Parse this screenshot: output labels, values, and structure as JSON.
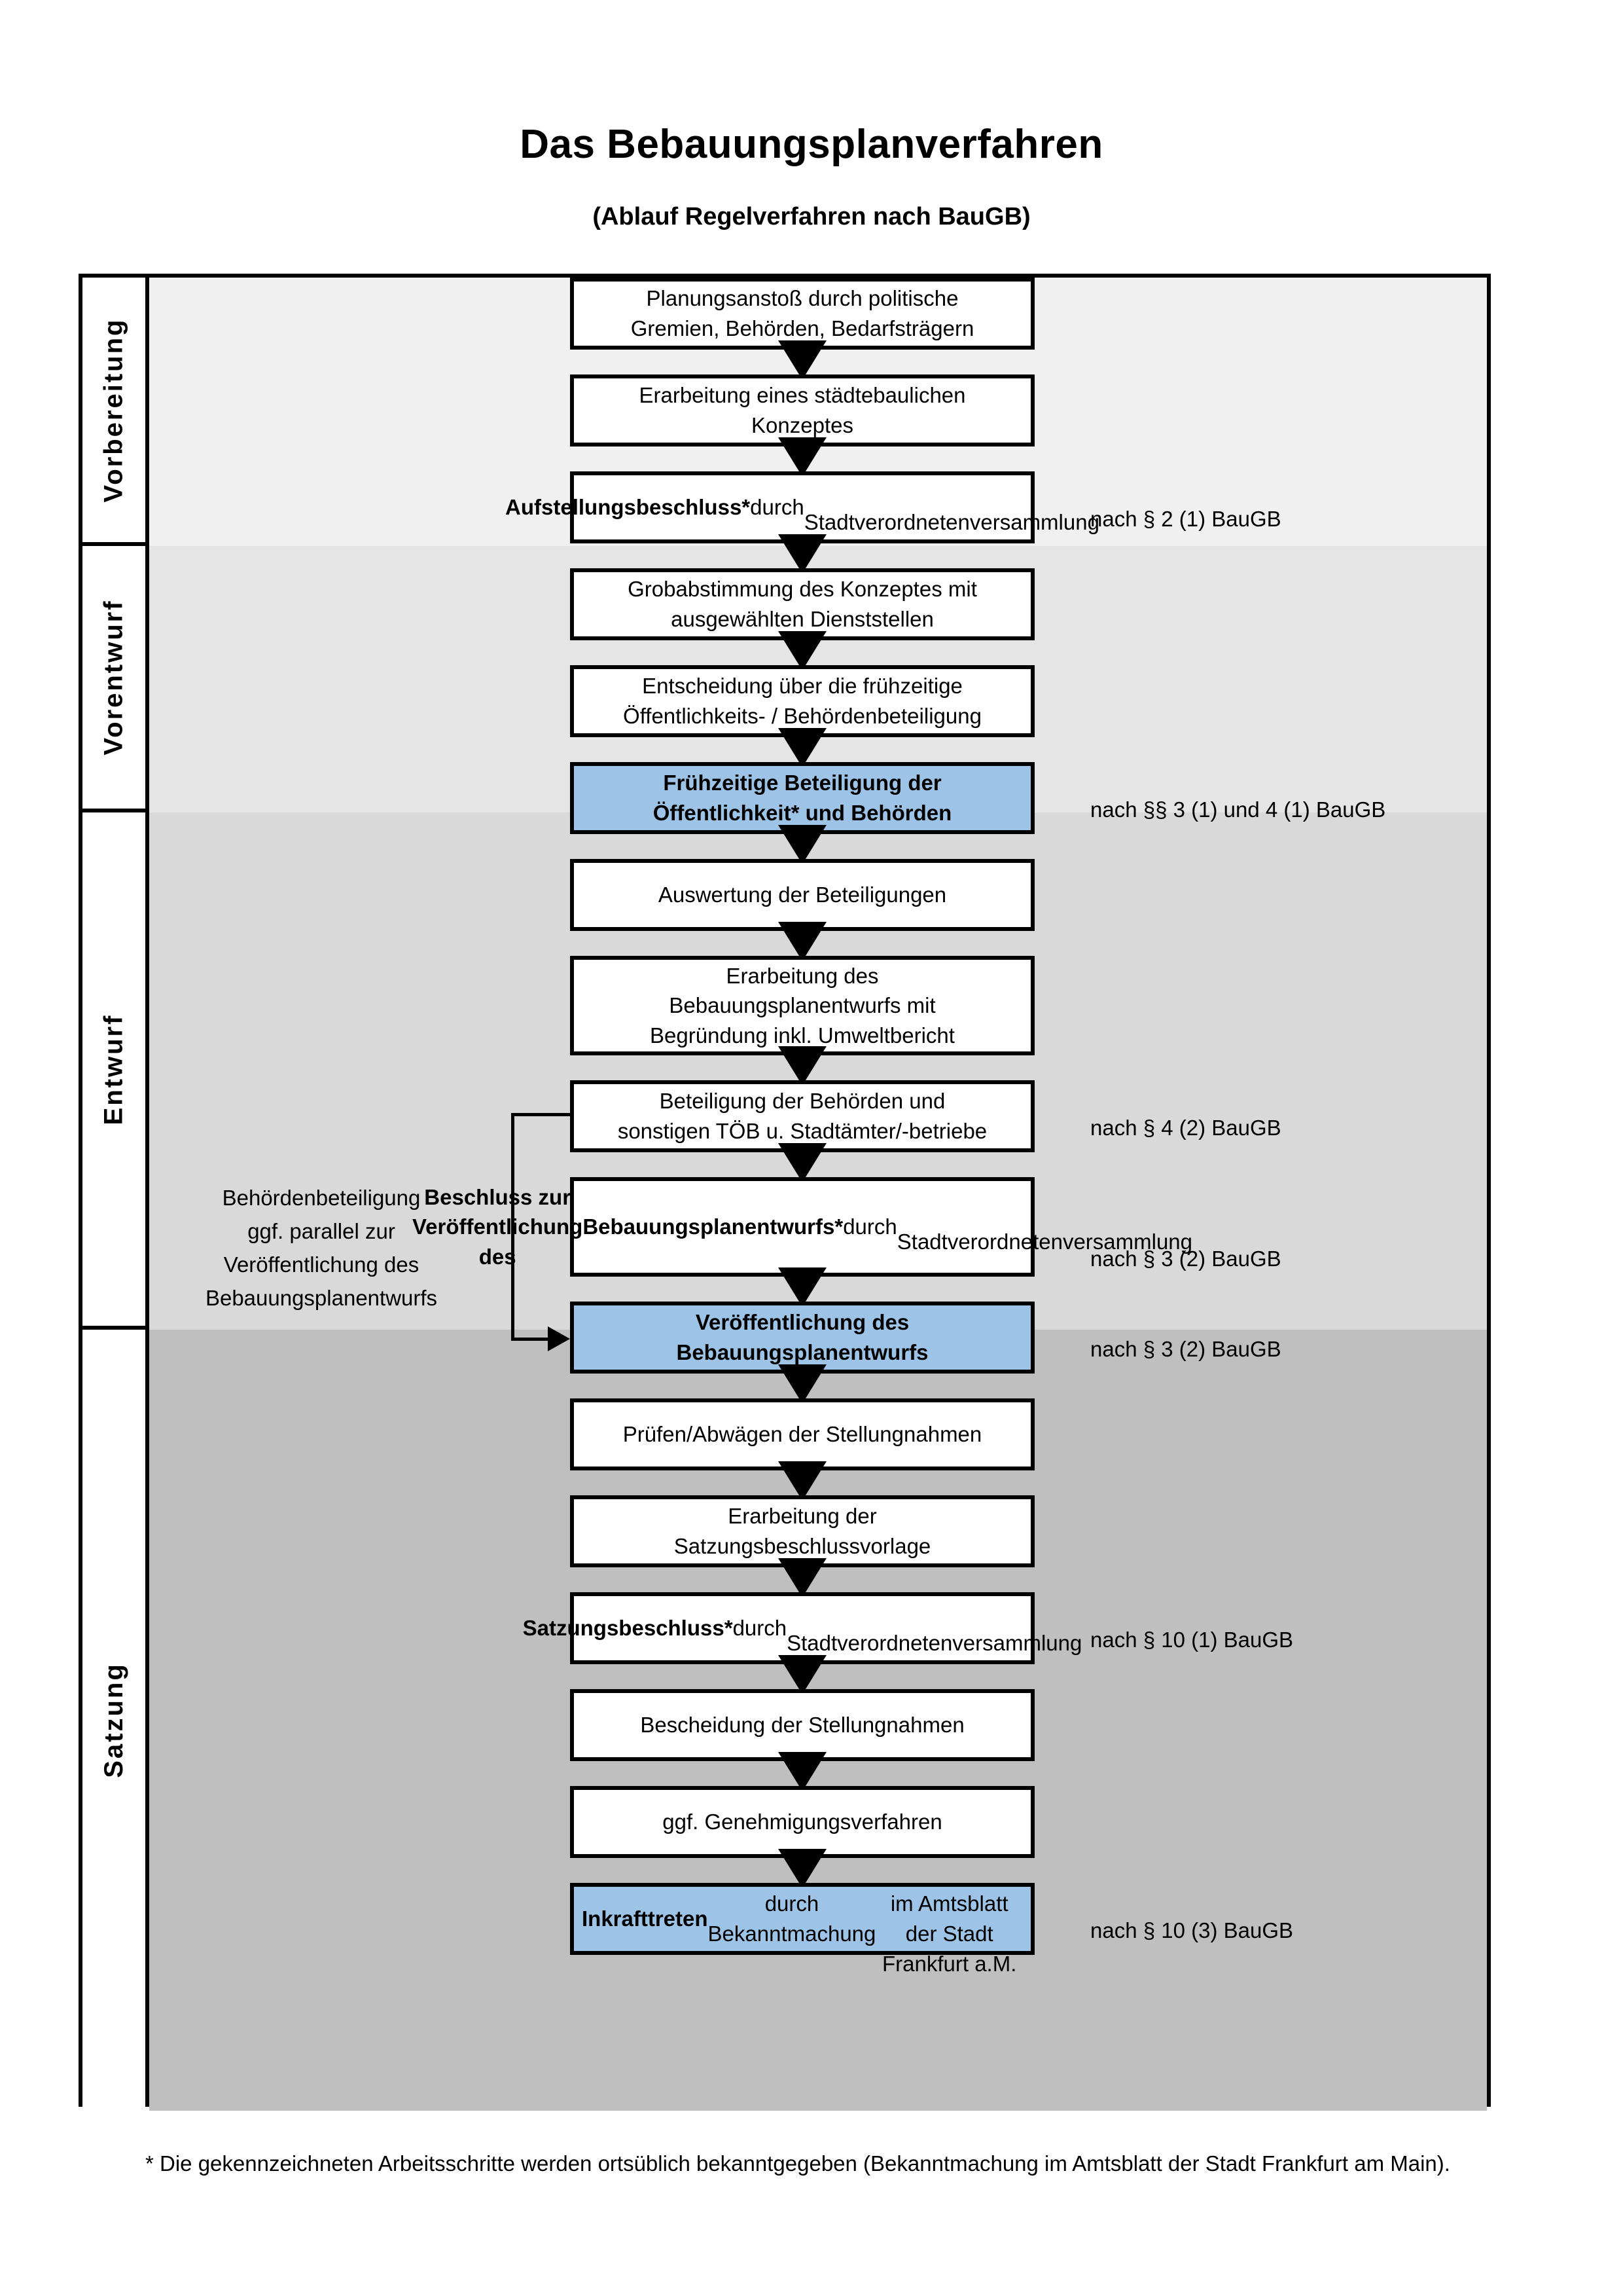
{
  "document": {
    "title": "Das Bebauungsplanverfahren",
    "subtitle": "(Ablauf Regelverfahren nach BauGB)"
  },
  "colors": {
    "highlight_box": "#9dc3e6",
    "band_vorbereitung": "#f0f0f0",
    "band_vorentwurf": "#e5e5e5",
    "band_entwurf": "#d9d9d9",
    "band_satzung": "#bfbfbf",
    "border": "#000000",
    "page": "#ffffff"
  },
  "phases": [
    {
      "id": "vorbereitung",
      "label": "Vorbereitung"
    },
    {
      "id": "vorentwurf",
      "label": "Vorentwurf"
    },
    {
      "id": "entwurf",
      "label": "Entwurf"
    },
    {
      "id": "satzung",
      "label": "Satzung"
    }
  ],
  "steps": [
    {
      "id": "planungsanstoss",
      "phase": "vorbereitung",
      "highlight": false,
      "lines": [
        "Planungsanstoß durch politische",
        "Gremien, Behörden, Bedarfsträgern"
      ],
      "bold_prefix": "",
      "legal_ref": ""
    },
    {
      "id": "staedtebauliches-konzept",
      "phase": "vorbereitung",
      "highlight": false,
      "lines": [
        "Erarbeitung eines städtebaulichen",
        "Konzeptes"
      ],
      "bold_prefix": "",
      "legal_ref": ""
    },
    {
      "id": "aufstellungsbeschluss",
      "phase": "vorbereitung",
      "highlight": false,
      "lines": [
        "Aufstellungsbeschluss* durch",
        "Stadtverordnetenversammlung"
      ],
      "bold_prefix": "Aufstellungsbeschluss*",
      "legal_ref": "nach § 2 (1) BauGB"
    },
    {
      "id": "grobabstimmung",
      "phase": "vorentwurf",
      "highlight": false,
      "lines": [
        "Grobabstimmung des Konzeptes mit",
        "ausgewählten Dienststellen"
      ],
      "bold_prefix": "",
      "legal_ref": ""
    },
    {
      "id": "entscheidung-fruehzeitige-beteiligung",
      "phase": "vorentwurf",
      "highlight": false,
      "lines": [
        "Entscheidung über die frühzeitige",
        "Öffentlichkeits- / Behördenbeteiligung"
      ],
      "bold_prefix": "",
      "legal_ref": ""
    },
    {
      "id": "fruehzeitige-beteiligung",
      "phase": "vorentwurf",
      "highlight": true,
      "lines": [
        "Frühzeitige Beteiligung der",
        "Öffentlichkeit* und Behörden"
      ],
      "bold_prefix": "ALL",
      "legal_ref": "nach §§ 3 (1) und 4 (1) BauGB"
    },
    {
      "id": "auswertung-beteiligungen",
      "phase": "entwurf",
      "highlight": false,
      "lines": [
        "Auswertung der Beteiligungen"
      ],
      "bold_prefix": "",
      "legal_ref": ""
    },
    {
      "id": "erarbeitung-bebauungsplanentwurf",
      "phase": "entwurf",
      "highlight": false,
      "lines": [
        "Erarbeitung des",
        "Bebauungsplanentwurfs mit",
        "Begründung inkl. Umweltbericht"
      ],
      "bold_prefix": "",
      "legal_ref": ""
    },
    {
      "id": "beteiligung-behoerden-toeb",
      "phase": "entwurf",
      "highlight": false,
      "lines": [
        "Beteiligung der Behörden und",
        "sonstigen TÖB u. Stadtämter/-betriebe"
      ],
      "bold_prefix": "",
      "legal_ref": "nach § 4 (2) BauGB"
    },
    {
      "id": "beschluss-veroeffentlichung",
      "phase": "entwurf",
      "highlight": false,
      "lines": [
        "Beschluss zur Veröffentlichung des",
        "Bebauungsplanentwurfs* durch",
        "Stadtverordnetenversammlung"
      ],
      "bold_prefix": "Beschluss zur Veröffentlichung des Bebauungsplanentwurfs*",
      "legal_ref": "nach § 3 (2) BauGB"
    },
    {
      "id": "veroeffentlichung-bebauungsplanentwurf",
      "phase": "entwurf",
      "highlight": true,
      "lines": [
        "Veröffentlichung des",
        "Bebauungsplanentwurfs"
      ],
      "bold_prefix": "ALL",
      "legal_ref": "nach § 3 (2) BauGB"
    },
    {
      "id": "pruefen-abwaegen",
      "phase": "satzung",
      "highlight": false,
      "lines": [
        "Prüfen/Abwägen der Stellungnahmen"
      ],
      "bold_prefix": "",
      "legal_ref": ""
    },
    {
      "id": "erarbeitung-satzungsbeschlussvorlage",
      "phase": "satzung",
      "highlight": false,
      "lines": [
        "Erarbeitung der",
        "Satzungsbeschlussvorlage"
      ],
      "bold_prefix": "",
      "legal_ref": ""
    },
    {
      "id": "satzungsbeschluss",
      "phase": "satzung",
      "highlight": false,
      "lines": [
        "Satzungsbeschluss* durch",
        "Stadtverordnetenversammlung"
      ],
      "bold_prefix": "Satzungsbeschluss*",
      "legal_ref": "nach § 10 (1) BauGB"
    },
    {
      "id": "bescheidung-stellungnahmen",
      "phase": "satzung",
      "highlight": false,
      "lines": [
        "Bescheidung der Stellungnahmen"
      ],
      "bold_prefix": "",
      "legal_ref": ""
    },
    {
      "id": "genehmigungsverfahren",
      "phase": "satzung",
      "highlight": false,
      "lines": [
        "ggf. Genehmigungsverfahren"
      ],
      "bold_prefix": "",
      "legal_ref": ""
    },
    {
      "id": "inkrafttreten",
      "phase": "satzung",
      "highlight": true,
      "lines": [
        "Inkrafttreten durch Bekanntmachung",
        "im Amtsblatt der Stadt Frankfurt a.M."
      ],
      "bold_prefix": "Inkrafttreten",
      "legal_ref": "nach § 10 (3) BauGB"
    }
  ],
  "side_note": {
    "lines": [
      "Behördenbeteiligung",
      "ggf. parallel zur",
      "Veröffentlichung des",
      "Bebauungsplanentwurfs"
    ]
  },
  "footnote": {
    "text": "* Die gekennzeichneten Arbeitsschritte werden ortsüblich bekanntgegeben (Bekanntmachung im Amtsblatt  der Stadt Frankfurt am Main)."
  }
}
